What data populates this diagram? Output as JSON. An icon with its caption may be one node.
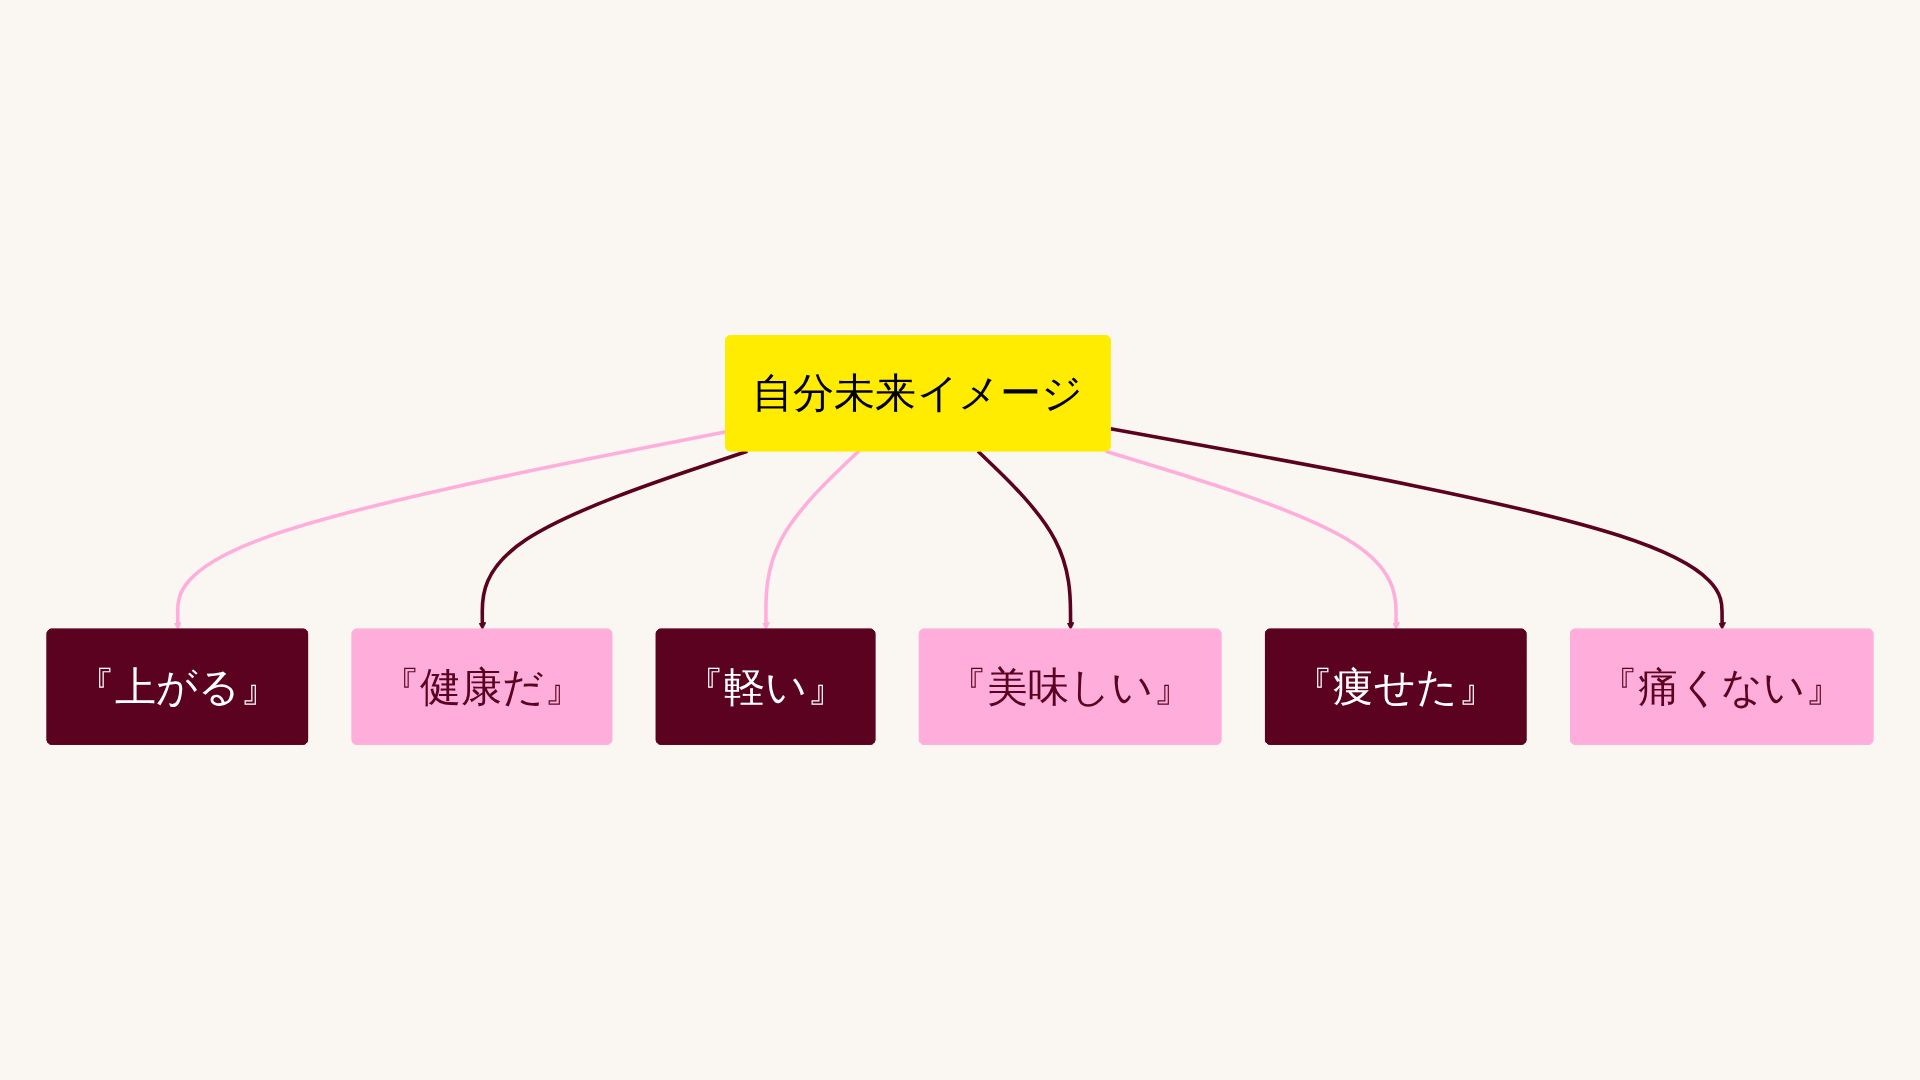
{
  "diagram": {
    "nodes": [
      {
        "text": [
          "自分未来イメージ"
        ]
      },
      {
        "text": [
          "『上がる』"
        ]
      },
      {
        "text": [
          "『健康だ』"
        ]
      },
      {
        "text": [
          "『軽い』"
        ]
      },
      {
        "text": [
          "『美味しい』"
        ]
      },
      {
        "text": [
          "『痩せた』"
        ]
      },
      {
        "text": [
          "『痛くない』"
        ]
      }
    ],
    "edges": [
      {
        "from": 0,
        "to": 1,
        "arrow": "to",
        "color": "#ffaedb"
      },
      {
        "from": 0,
        "to": 2,
        "arrow": "to",
        "color": "#5a0220"
      },
      {
        "from": 0,
        "to": 3,
        "arrow": "to",
        "color": "#ffaedb"
      },
      {
        "from": 0,
        "to": 4,
        "arrow": "to",
        "color": "#5a0220"
      },
      {
        "from": 0,
        "to": 5,
        "arrow": "to",
        "color": "#ffaedb"
      },
      {
        "from": 0,
        "to": 6,
        "arrow": "to",
        "color": "#5a0220"
      }
    ]
  }
}
